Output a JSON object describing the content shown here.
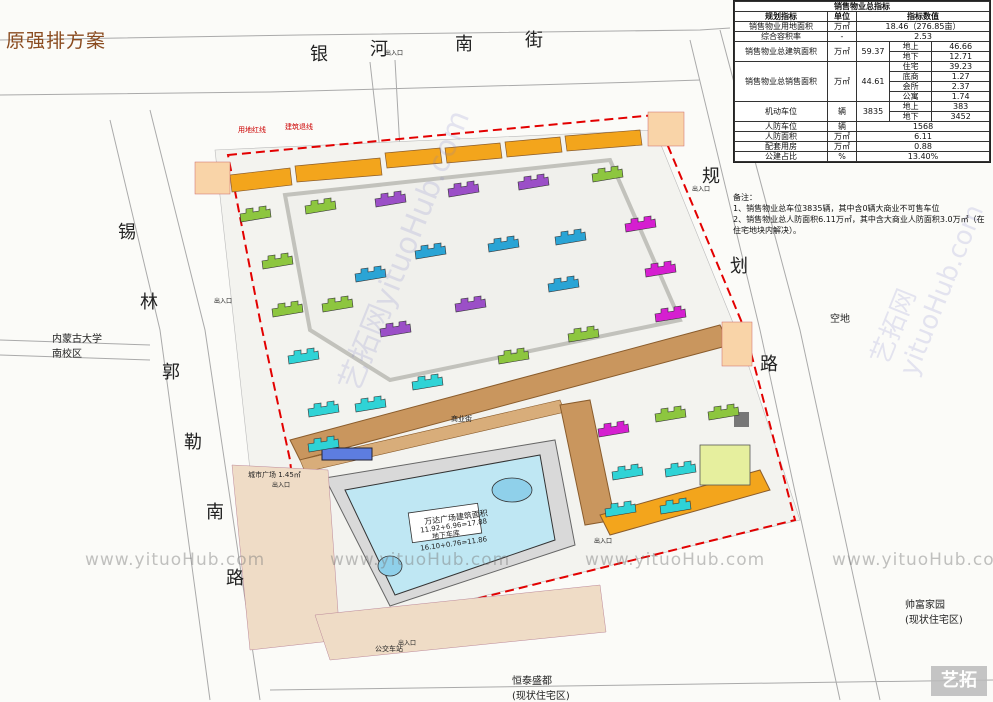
{
  "title": "原强排方案",
  "roads": {
    "top": [
      "银",
      "河",
      "南",
      "街"
    ],
    "left": [
      "锡",
      "林",
      "郭",
      "勒",
      "南",
      "路"
    ],
    "right": [
      "规",
      "划",
      "路"
    ]
  },
  "surroundings": {
    "west": "内蒙古大学\n南校区",
    "east": "空地",
    "southeast": "帅富家园\n(现状住宅区)",
    "south": "恒泰盛都\n(现状住宅区)"
  },
  "site_labels": {
    "redline": "用地红线",
    "setback": "建筑退线",
    "plaza_title": "万达广场建筑面积",
    "plaza_area1": "11.92+6.96=17.88",
    "plaza_parking": "地下车库",
    "plaza_area2": "16.10+0.76=11.86",
    "east_square": "城市广场 1.45㎡",
    "entrances": [
      "出入口",
      "出入口",
      "出入口",
      "出入口",
      "出入口",
      "出入口"
    ],
    "bus_stop": "公交车站",
    "commercial": "商业街"
  },
  "watermarks": [
    "www.yituoHub.com",
    "www.yituoHub.com",
    "www.yituoHub.com",
    "www.yituoHub.com",
    "艺拓网yituoHub.com",
    "艺拓网yituoHub.com"
  ],
  "logo": "艺拓",
  "table": {
    "caption": "销售物业总指标",
    "header": [
      "规划指标",
      "单位",
      "指标数值"
    ],
    "rows": [
      {
        "name": "销售物业用地面积",
        "unit": "万㎡",
        "value": "18.46（276.85亩）"
      },
      {
        "name": "综合容积率",
        "unit": "-",
        "value": "2.53"
      },
      {
        "name": "销售物业总建筑面积",
        "unit": "万㎡",
        "total": "59.37",
        "sub": [
          [
            "地上",
            "46.66"
          ],
          [
            "地下",
            "12.71"
          ]
        ]
      },
      {
        "name": "销售物业总销售面积",
        "unit": "万㎡",
        "total": "44.61",
        "sub": [
          [
            "住宅",
            "39.23"
          ],
          [
            "底商",
            "1.27"
          ],
          [
            "会所",
            "2.37"
          ],
          [
            "公寓",
            "1.74"
          ]
        ]
      },
      {
        "name": "机动车位",
        "unit": "辆",
        "total": "3835",
        "sub": [
          [
            "地上",
            "383"
          ],
          [
            "地下",
            "3452"
          ]
        ]
      },
      {
        "name": "人防车位",
        "unit": "辆",
        "value": "1568"
      },
      {
        "name": "人防面积",
        "unit": "万㎡",
        "value": "6.11"
      },
      {
        "name": "配套用房",
        "unit": "万㎡",
        "value": "0.88"
      },
      {
        "name": "公建占比",
        "unit": "%",
        "value": "13.40%"
      }
    ],
    "notes_title": "备注：",
    "notes": [
      "1、销售物业总车位3835辆，其中含0辆大商业不可售车位",
      "2、销售物业总人防面积6.11万㎡，其中含大商业人防面积3.0万㎡（在住宅地块内解决）。"
    ]
  },
  "colors": {
    "orange": "#f3a51c",
    "green": "#8dc63f",
    "purple": "#9b4fc7",
    "blue": "#2aa4d5",
    "magenta": "#d51fd0",
    "cyan": "#2fd3d6",
    "red_line": "#e30000",
    "brown_strip": "#c9965e",
    "plaza_water": "#bfe7f3"
  }
}
